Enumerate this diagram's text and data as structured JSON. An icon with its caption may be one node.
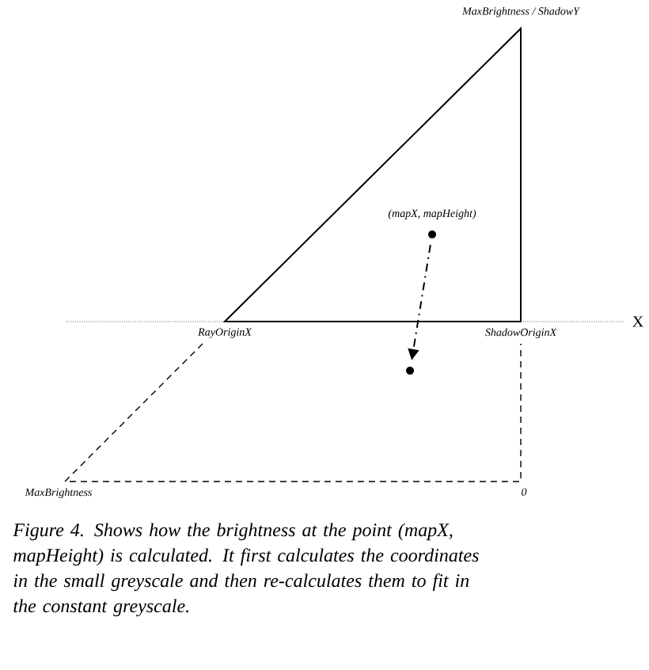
{
  "diagram": {
    "caption": "Figure 4. Shows how the brightness at the point (mapX, mapHeight) is calculated. It first calculates the coordinates in the small greyscale and then re-calculates them to fit in the constant greyscale.",
    "nodes": [
      {
        "text": [],
        "shape": "circle",
        "beside": [
          "(mapX, mapHeight)"
        ]
      },
      {
        "text": [],
        "shape": "circle"
      }
    ],
    "edges": [
      {
        "from": 0,
        "to": 1,
        "arrow": "to",
        "style": "dashed"
      }
    ],
    "labels": [
      "MaxBrightness / ShadowY",
      "X",
      "RayOriginX",
      "ShadowOriginX",
      "MaxBrightness",
      "0"
    ]
  }
}
